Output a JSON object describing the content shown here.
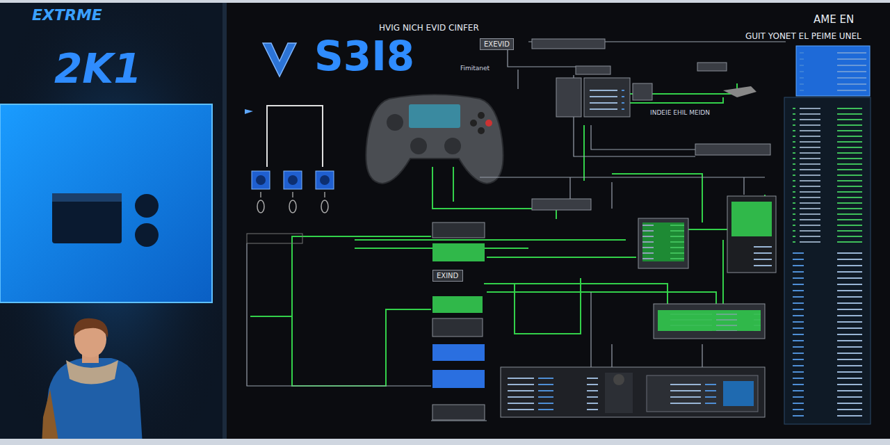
{
  "diagram": {
    "nodes": [
      {
        "text": [
          "EXEVID"
        ]
      },
      {
        "text": [
          "EXIND"
        ]
      }
    ],
    "labels": [
      "EXTRME",
      "2K1",
      "HVIG NICH EVID CINFER",
      "S3I8",
      "Fimitanet",
      "AME EN",
      "GUIT YONET EL PEIME UNEL",
      "INDEIE EHIL MEIDN"
    ]
  }
}
